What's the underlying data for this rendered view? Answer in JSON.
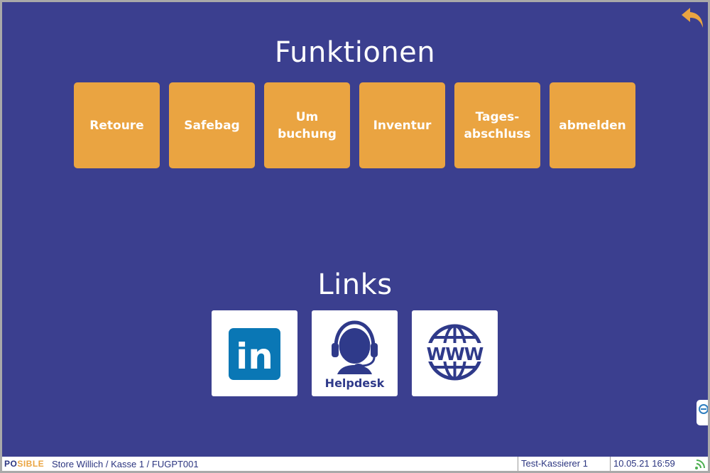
{
  "sections": {
    "functions_title": "Funktionen",
    "links_title": "Links"
  },
  "functions": [
    {
      "label": "Retoure"
    },
    {
      "label": "Safebag"
    },
    {
      "label": "Um\nbuchung"
    },
    {
      "label": "Inventur"
    },
    {
      "label": "Tages-\nabschluss"
    },
    {
      "label": "abmelden"
    }
  ],
  "links": {
    "linkedin_text": "in",
    "helpdesk_label": "Helpdesk",
    "www_text": "WWW"
  },
  "status_bar": {
    "logo_part1": "PO",
    "logo_part2": "SIBLE",
    "store_info": "Store Willich / Kasse 1 / FUGPT001",
    "cashier": "Test-Kassierer 1",
    "datetime": "10.05.21 16:59"
  },
  "colors": {
    "background": "#3b3f8f",
    "function_button": "#eaa441",
    "accent": "#eaa441",
    "linkedin": "#0a77b5"
  },
  "icons": {
    "back": "back-arrow-icon",
    "linkedin": "linkedin-icon",
    "helpdesk": "headset-icon",
    "www": "globe-icon"
  }
}
